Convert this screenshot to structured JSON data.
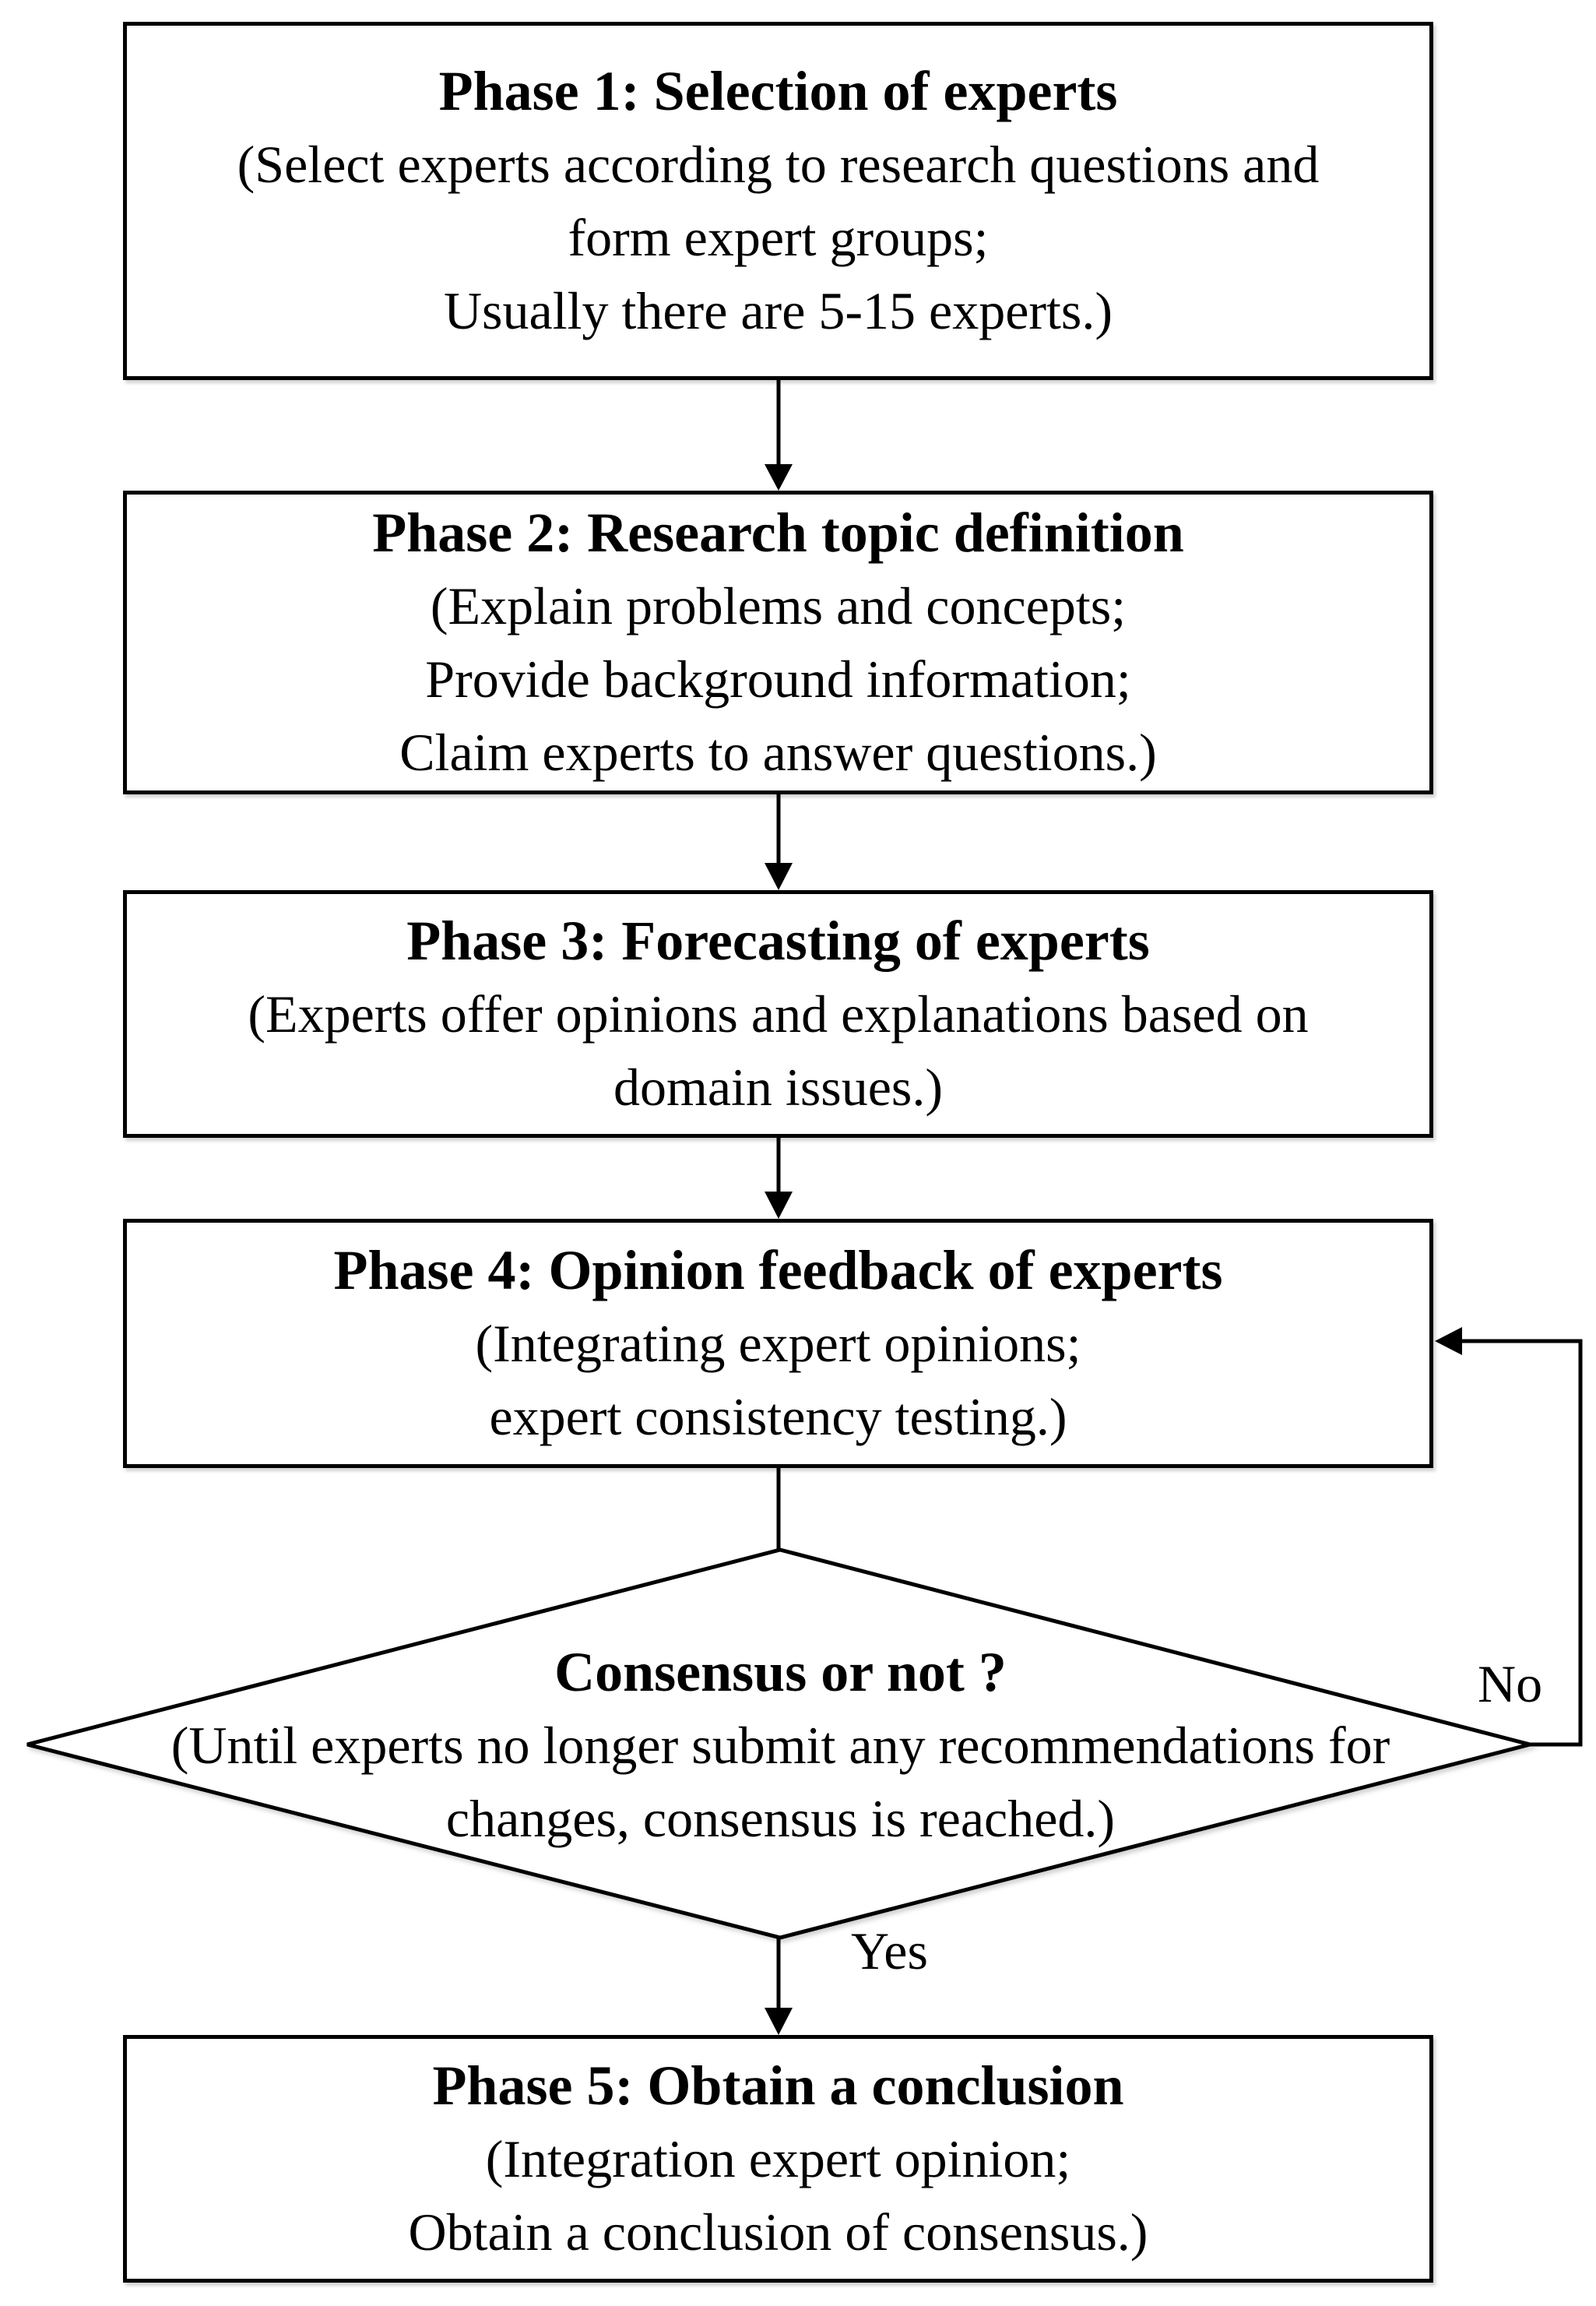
{
  "phases": [
    {
      "title": "Phase 1: Selection of experts",
      "lines": [
        "(Select experts according to research questions and",
        "form expert groups;",
        "Usually there are 5-15 experts.)"
      ]
    },
    {
      "title": "Phase 2: Research topic definition",
      "lines": [
        "(Explain problems and concepts;",
        "Provide background information;",
        "Claim experts to answer questions.)"
      ]
    },
    {
      "title": "Phase 3: Forecasting of experts",
      "lines": [
        "(Experts offer opinions and explanations based on",
        "domain issues.)"
      ]
    },
    {
      "title": "Phase 4: Opinion feedback of experts",
      "lines": [
        "(Integrating expert opinions;",
        "expert consistency testing.)"
      ]
    },
    {
      "title": "Phase 5: Obtain a conclusion",
      "lines": [
        "(Integration expert opinion;",
        "Obtain a conclusion of consensus.)"
      ]
    }
  ],
  "decision": {
    "title": "Consensus or not ?",
    "lines": [
      "(Until experts no longer submit any recommendations for",
      "changes, consensus is reached.)"
    ]
  },
  "edge_labels": {
    "no": "No",
    "yes": "Yes"
  }
}
